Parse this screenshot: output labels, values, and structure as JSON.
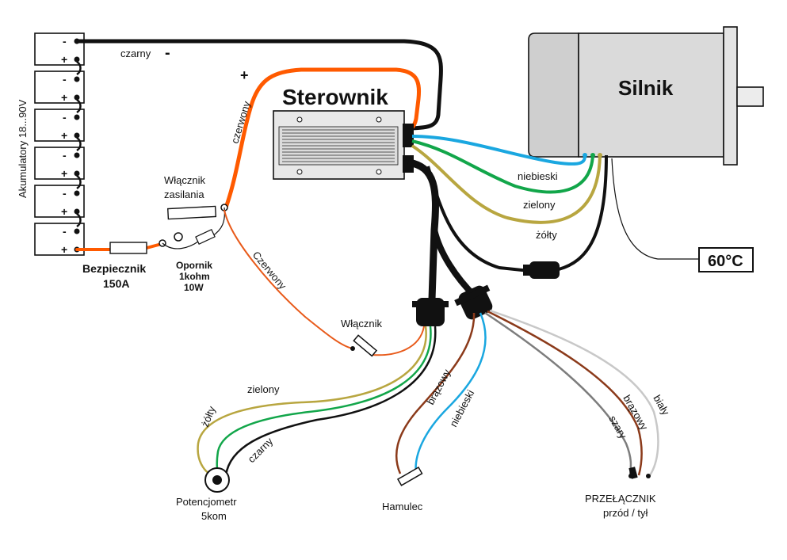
{
  "colors": {
    "black": "#111111",
    "red": "#ff5a00",
    "thin_red": "#e85a1a",
    "blue": "#1aa7e0",
    "green": "#12a64a",
    "yellow": "#b8a640",
    "brown": "#8b3a1a",
    "grey": "#7d7d7d",
    "white_wire": "#c8c8c8",
    "motor_body": "#d8d8d8",
    "controller": "#e6e6e6"
  },
  "battery": {
    "label": "Akumulatory 18...90V",
    "cells": 6,
    "minus": "-",
    "plus": "+"
  },
  "controller": {
    "label": "Sterownik"
  },
  "motor": {
    "label": "Silnik"
  },
  "temp_sensor": {
    "label": "60°C"
  },
  "fuse": {
    "line1": "Bezpiecznik",
    "line2": "150A"
  },
  "main_switch": {
    "line1": "Włącznik",
    "line2": "zasilania"
  },
  "resistor": {
    "line1": "Opornik",
    "line2": "1kohm",
    "line3": "10W"
  },
  "wires": {
    "black_minus": "czarny",
    "minus_sign": "-",
    "red_plus": "czerwony",
    "plus_sign": "+",
    "red_switch": "Czerwony",
    "blue": "niebieski",
    "green": "zielony",
    "yellow": "żółty"
  },
  "key_switch": {
    "label": "Włącznik"
  },
  "potentiometer": {
    "line1": "Potencjometr",
    "line2": "5kom",
    "wire_yellow": "żółty",
    "wire_green": "zielony",
    "wire_black": "czarny"
  },
  "brake": {
    "label": "Hamulec",
    "wire_brown": "brązowy",
    "wire_blue": "niebieski"
  },
  "direction_switch": {
    "line1": "PRZEŁĄCZNIK",
    "line2": "przód / tył",
    "wire_grey": "szary",
    "wire_brown": "brązowy",
    "wire_white": "biały"
  }
}
